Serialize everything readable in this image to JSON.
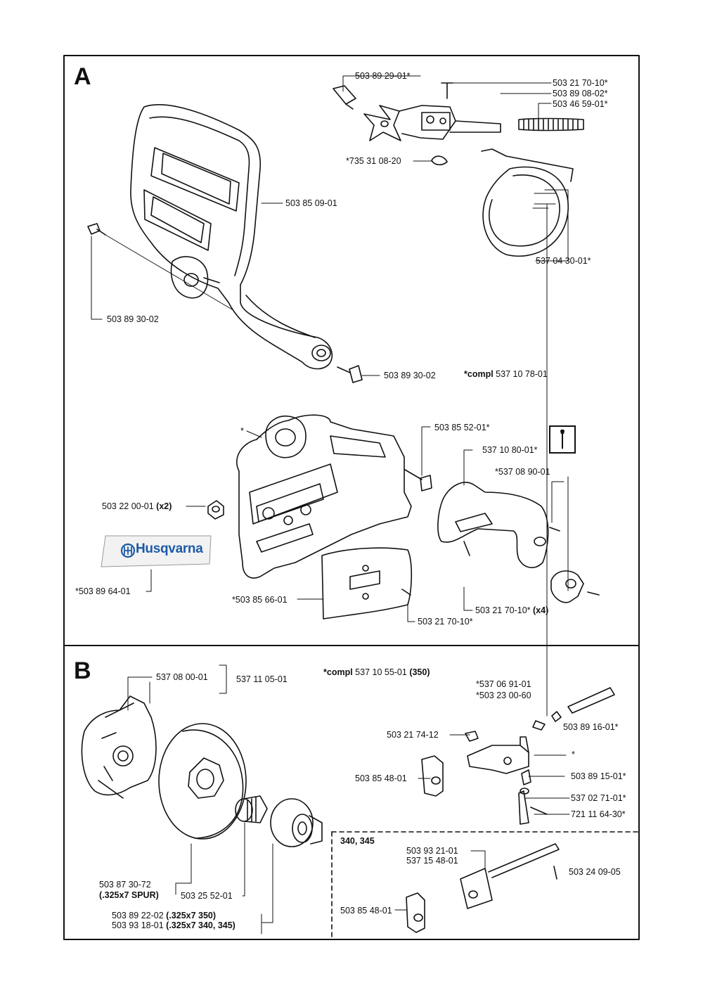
{
  "sections": {
    "a": {
      "letter": "A"
    },
    "b": {
      "letter": "B"
    }
  },
  "section_a": {
    "part_503_89_29_01": "503 89 29-01*",
    "part_503_21_70_10": "503 21 70-10*",
    "part_503_89_08_02": "503 89 08-02*",
    "part_503_46_59_01": "503 46 59-01*",
    "part_735_31_08_20": "*735 31 08-20",
    "part_503_85_09_01": "503 85 09-01",
    "part_537_04_30_01": "537 04 30-01*",
    "part_503_89_30_02_a": "503 89 30-02",
    "part_503_89_30_02_b": "503 89 30-02",
    "compl_prefix": "*compl",
    "compl_number": " 537 10 78-01",
    "star_mark": "*",
    "part_503_85_52_01": "503 85 52-01*",
    "part_537_10_80_01": "537 10 80-01*",
    "part_537_08_90_01": "*537 08 90-01",
    "part_503_22_00_01": "503 22 00-01 ",
    "part_503_22_00_01_qty": "(x2)",
    "part_503_89_64_01": "*503 89 64-01",
    "part_503_85_66_01": "*503 85 66-01",
    "part_503_21_70_10_x4": "503 21 70-10* ",
    "part_503_21_70_10_x4_qty": "(x4)",
    "part_503_21_70_10_c": "503 21 70-10*",
    "brand": "Husqvarna"
  },
  "section_b": {
    "part_537_08_00_01": "537 08 00-01",
    "part_537_11_05_01": "537 11 05-01",
    "compl_prefix": "*compl",
    "compl_number": " 537 10 55-01 ",
    "compl_model": "(350)",
    "part_537_06_91_01": "*537 06 91-01",
    "part_503_23_00_60": "*503 23 00-60",
    "part_503_89_16_01": "503 89 16-01*",
    "part_503_21_74_12": "503 21 74-12",
    "star_mark": "*",
    "part_503_85_48_01_a": "503 85 48-01",
    "part_503_89_15_01": "503 89 15-01*",
    "part_537_02_71_01": "537 02 71-01*",
    "part_721_11_64_30": "721 11 64-30*",
    "models_label": "340, 345",
    "part_503_93_21_01": "503 93 21-01",
    "part_537_15_48_01": "537 15 48-01",
    "part_503_24_09_05": "503 24 09-05",
    "part_503_85_48_01_b": "503 85 48-01",
    "part_503_87_30_72": "503 87 30-72",
    "part_503_87_30_72_spec": "(.325x7 SPUR)",
    "part_503_25_52_01": "503 25 52-01",
    "part_503_89_22_02": "503 89 22-02 ",
    "part_503_89_22_02_spec": "(.325x7  350)",
    "part_503_93_18_01": "503 93 18-01 ",
    "part_503_93_18_01_spec": "(.325x7  340, 345)"
  }
}
